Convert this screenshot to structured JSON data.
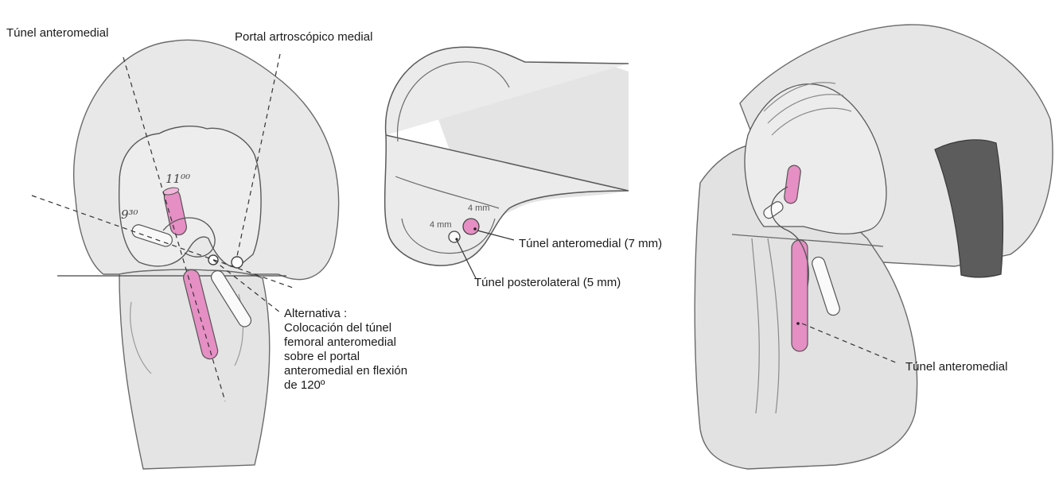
{
  "labels": {
    "tunel_anteromedial_left": "Túnel anteromedial",
    "portal_medial": "Portal artroscópico medial",
    "tunel_am_7mm": "Túnel anteromedial (7 mm)",
    "tunel_pl_5mm": "Túnel posterolateral (5 mm)",
    "alternativa_lines": [
      "Alternativa :",
      "Colocación del túnel",
      "femoral anteromedial",
      "sobre el portal",
      "anteromedial en flexión",
      "de 120º"
    ],
    "tunel_anteromedial_right": "Túnel anteromedial"
  },
  "drawing_text": {
    "clock_11": "11⁰⁰",
    "clock_9": "9³⁰",
    "mm4_top": "4 mm",
    "mm4_left": "4 mm"
  },
  "colors": {
    "bone": "#e6e6e6",
    "bone_dark": "#d2d2d2",
    "outline": "#555555",
    "tunnel_pink": "#e58fc4",
    "pad": "#555555"
  }
}
